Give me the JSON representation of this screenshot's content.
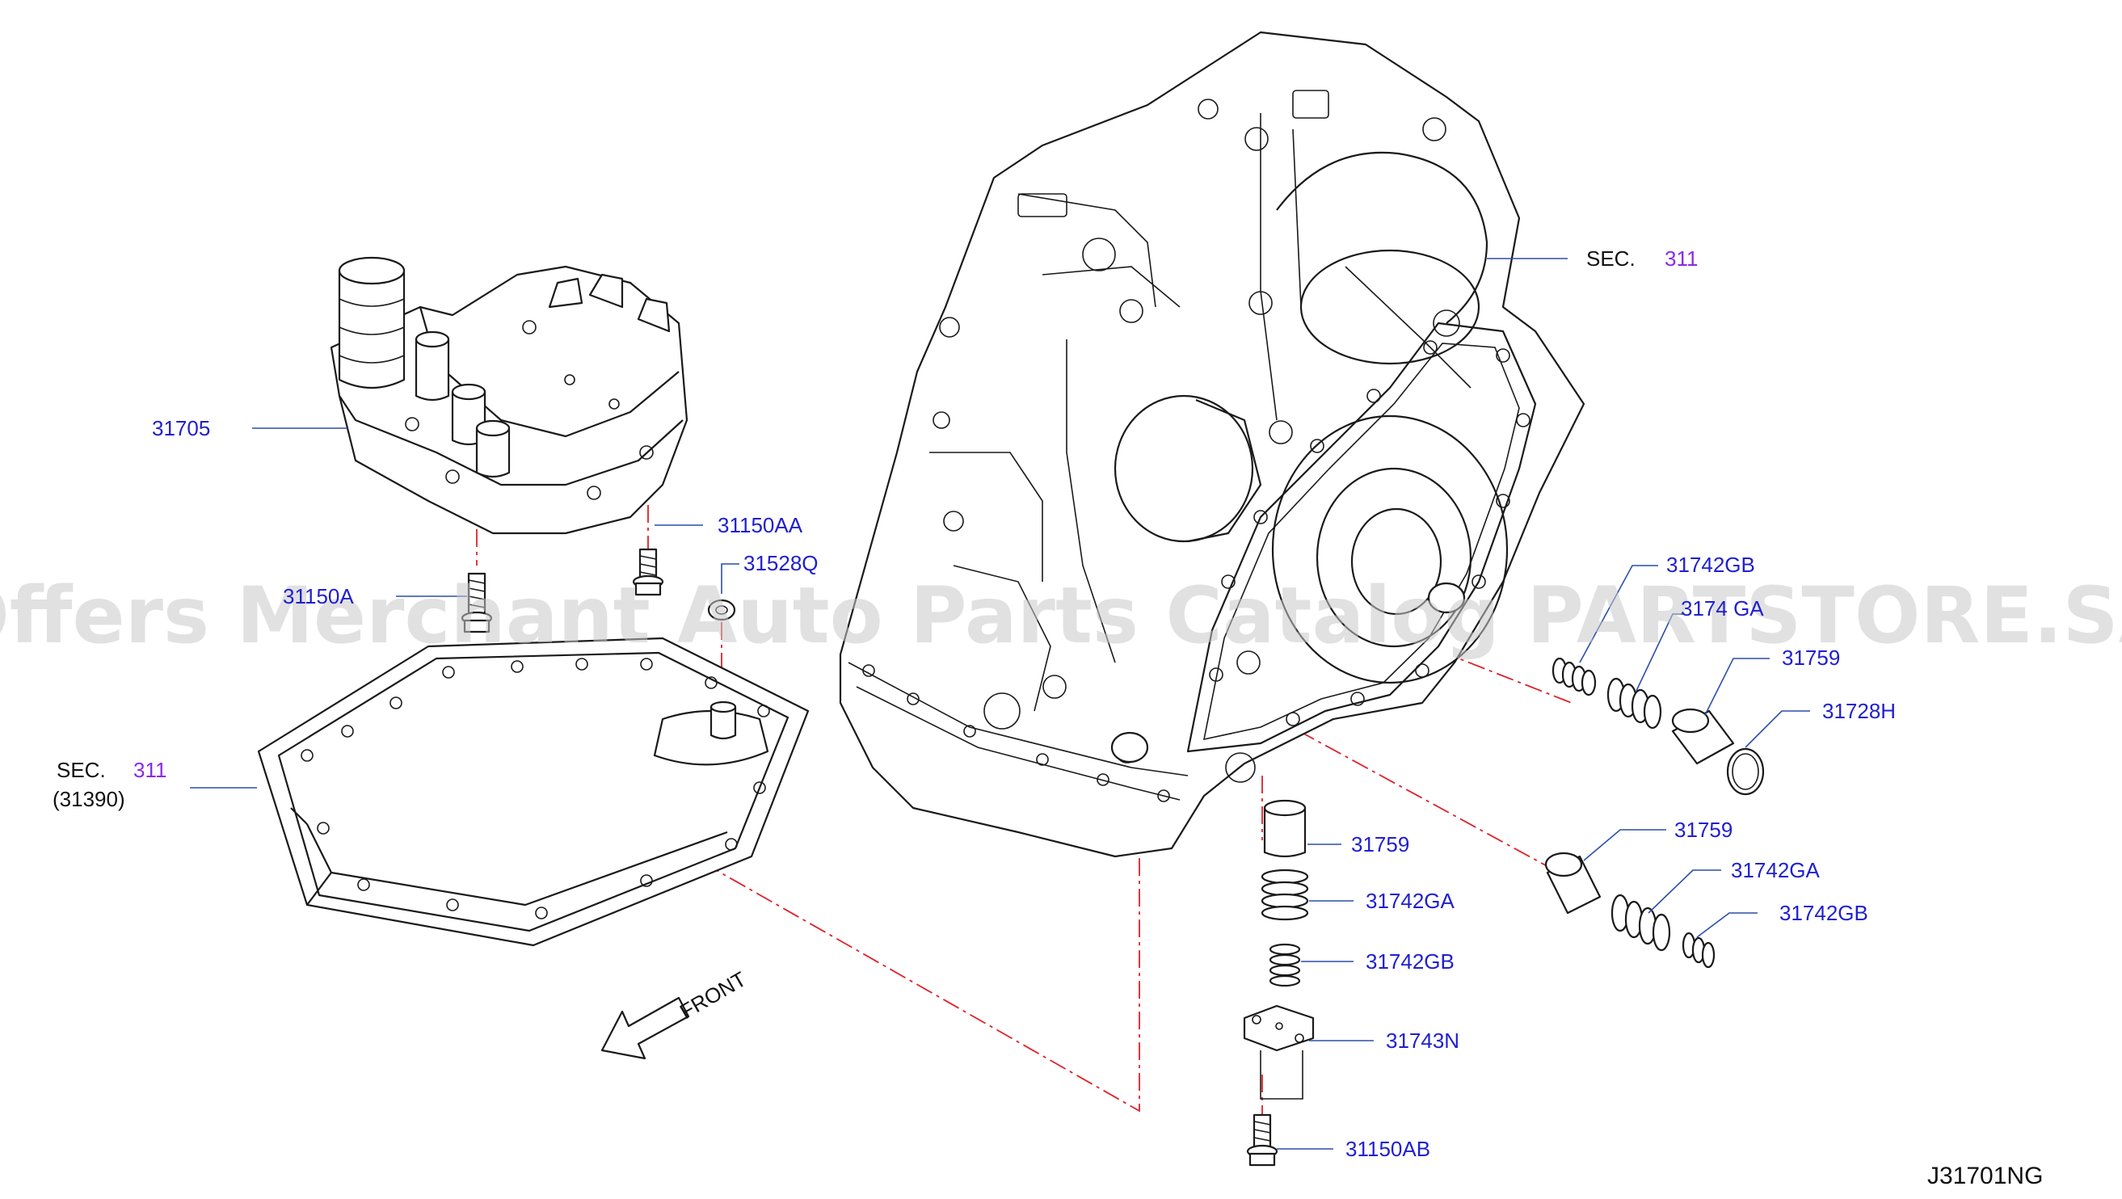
{
  "labels": {
    "sec_top_prefix": "SEC.",
    "sec_top_num": "311",
    "p31705": "31705",
    "p31150AA": "31150AA",
    "p31528Q": "31528Q",
    "p31150A": "31150A",
    "sec_left_prefix": "SEC.",
    "sec_left_num": "311",
    "sec_left_sub": "(31390)",
    "p31742GB_1": "31742GB",
    "p3174GA_1": "3174 GA",
    "p31759_1": "31759",
    "p31728H": "31728H",
    "p31759_2": "31759",
    "p31742GA_2": "31742GA",
    "p31742GB_2": "31742GB",
    "p31759_3": "31759",
    "p31742GA_3": "31742GA",
    "p31742GB_3": "31742GB",
    "p31743N": "31743N",
    "p31150AB": "31150AB",
    "front": "FRONT",
    "diagram_code": "J31701NG"
  },
  "watermark": "Offers Merchant Auto Parts Catalog PARTSTORE.SA",
  "colors": {
    "part_number": "#1f1fd0",
    "section_ref": "#8a2be2",
    "leader": "#2a4fa8",
    "dash_line": "#e0202a",
    "watermark": "#c9c9c9"
  }
}
